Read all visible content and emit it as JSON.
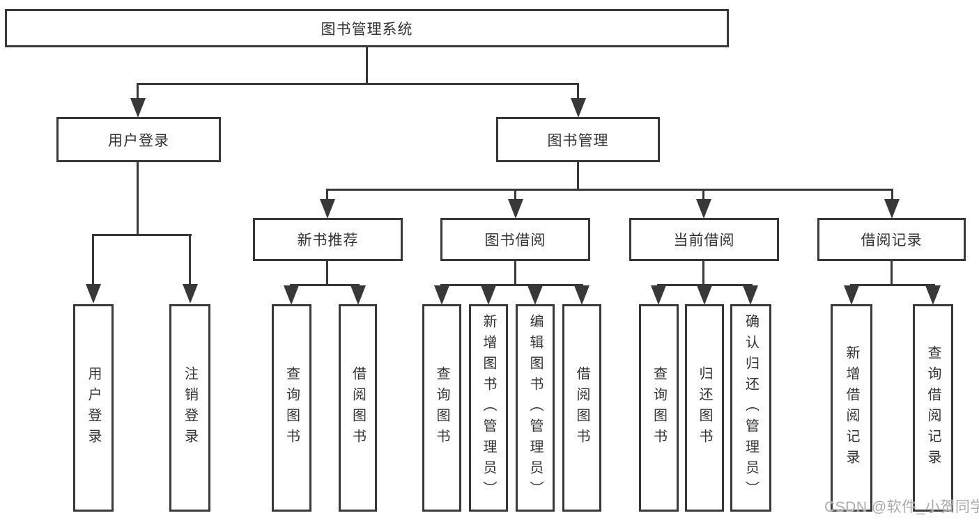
{
  "diagram_title": "图书管理系统",
  "colors": {
    "line": "#383838",
    "box_border": "#383838",
    "text": "#333333",
    "background": "#ffffff",
    "watermark": "#ababab"
  },
  "tree": {
    "root": {
      "label": "图书管理系统"
    },
    "branches": [
      {
        "label": "用户登录",
        "children": [
          {
            "label": "用户登录"
          },
          {
            "label": "注销登录"
          }
        ]
      },
      {
        "label": "图书管理",
        "children": [
          {
            "label": "新书推荐",
            "children": [
              {
                "label": "查询图书"
              },
              {
                "label": "借阅图书"
              }
            ]
          },
          {
            "label": "图书借阅",
            "children": [
              {
                "label": "查询图书"
              },
              {
                "label": "新增图书（管理员）"
              },
              {
                "label": "编辑图书（管理员）"
              },
              {
                "label": "借阅图书"
              }
            ]
          },
          {
            "label": "当前借阅",
            "children": [
              {
                "label": "查询图书"
              },
              {
                "label": "归还图书"
              },
              {
                "label": "确认归还（管理员）"
              }
            ]
          },
          {
            "label": "借阅记录",
            "children": [
              {
                "label": "新增借阅记录"
              },
              {
                "label": "查询借阅记录"
              }
            ]
          }
        ]
      }
    ]
  },
  "watermark": {
    "text": "CSDN @软件_小贺同学"
  }
}
